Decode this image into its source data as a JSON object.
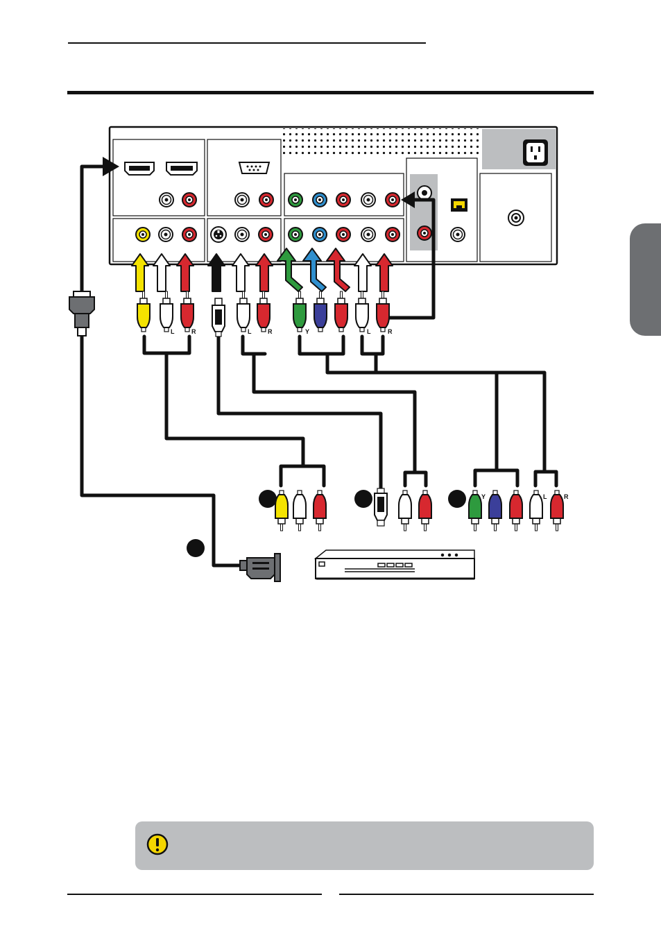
{
  "figure": {
    "plug_labels": {
      "left": "L",
      "right": "R",
      "luma": "Y"
    },
    "colors": {
      "yellow": "#f4e300",
      "white": "#ffffff",
      "red": "#d7282f",
      "green": "#2e9a3e",
      "blue": "#2f8fce",
      "navy": "#3b3f9a",
      "black": "#111111",
      "panel_gray": "#bcbec0",
      "side_tab": "#6d6f72"
    }
  },
  "side_tab": {},
  "note": {
    "icon": "warning-exclamation-icon",
    "color": "#f4d600"
  }
}
